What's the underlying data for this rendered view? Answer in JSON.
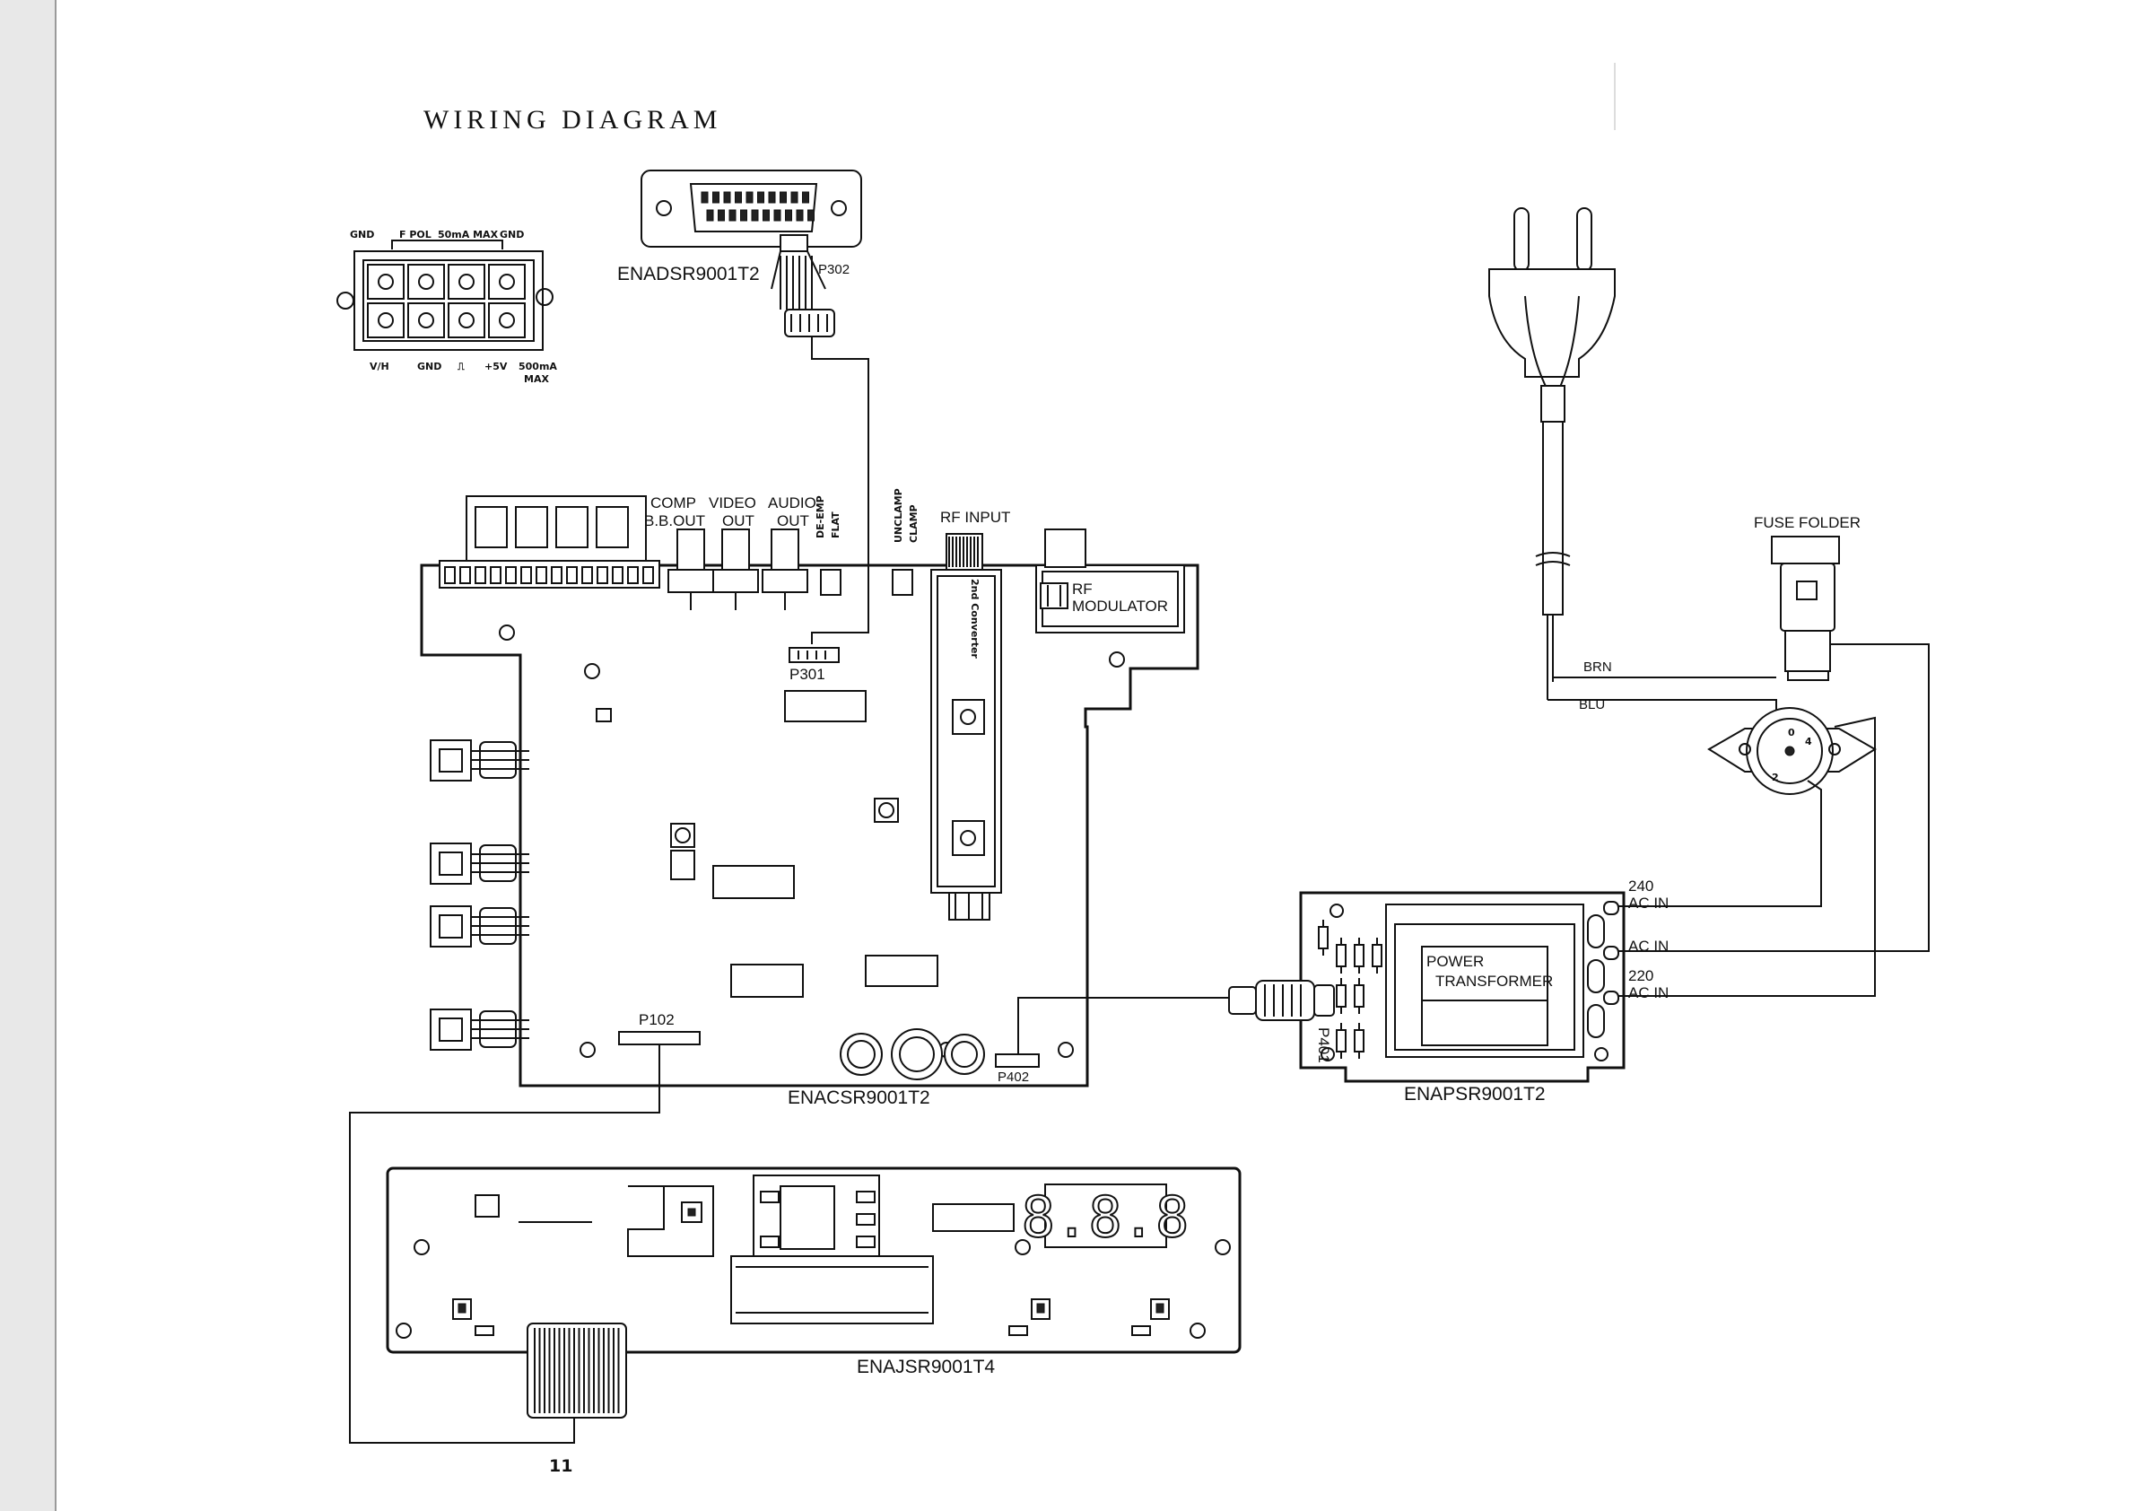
{
  "title": "WIRING DIAGRAM",
  "page_number": "11",
  "terminal_block": {
    "top_labels": [
      "GND",
      "F POL",
      "50mA MAX",
      "GND"
    ],
    "bottom_labels": [
      "V/H",
      "GND",
      "⎍",
      "+5V",
      "500mA",
      "MAX"
    ]
  },
  "boards": {
    "scart_board": "ENADSR9001T2",
    "main_board": "ENACSR9001T2",
    "power_board": "ENAPSR9001T2",
    "front_board": "ENAJSR9001T4"
  },
  "connectors": {
    "p302": "P302",
    "p301": "P301",
    "p102": "P102",
    "p402": "P402",
    "p401": "P401"
  },
  "jacks": {
    "comp": [
      "COMP",
      "B.B.OUT"
    ],
    "video": [
      "VIDEO",
      "OUT"
    ],
    "audio": [
      "AUDIO",
      "OUT"
    ],
    "de_emp": [
      "DE-EMP",
      "FLAT"
    ],
    "unclamp": [
      "UNCLAMP",
      "CLAMP"
    ],
    "rf_input": "RF  INPUT",
    "rf_modulator": [
      "RF",
      "MODULATOR"
    ],
    "converter": "2nd Converter"
  },
  "power": {
    "fuse": "FUSE  FOLDER",
    "brn": "BRN",
    "blu": "BLU",
    "transformer": [
      "POWER",
      "TRANSFORMER"
    ],
    "ac_240": [
      "240",
      "AC  IN"
    ],
    "ac_in": "AC  IN",
    "ac_220": [
      "220",
      "AC  IN"
    ],
    "selector_marks": [
      "2",
      "4",
      "0"
    ]
  },
  "display": {
    "digits": "8.8.8"
  },
  "colors": {
    "ink": "#111111",
    "paper": "#ffffff"
  }
}
